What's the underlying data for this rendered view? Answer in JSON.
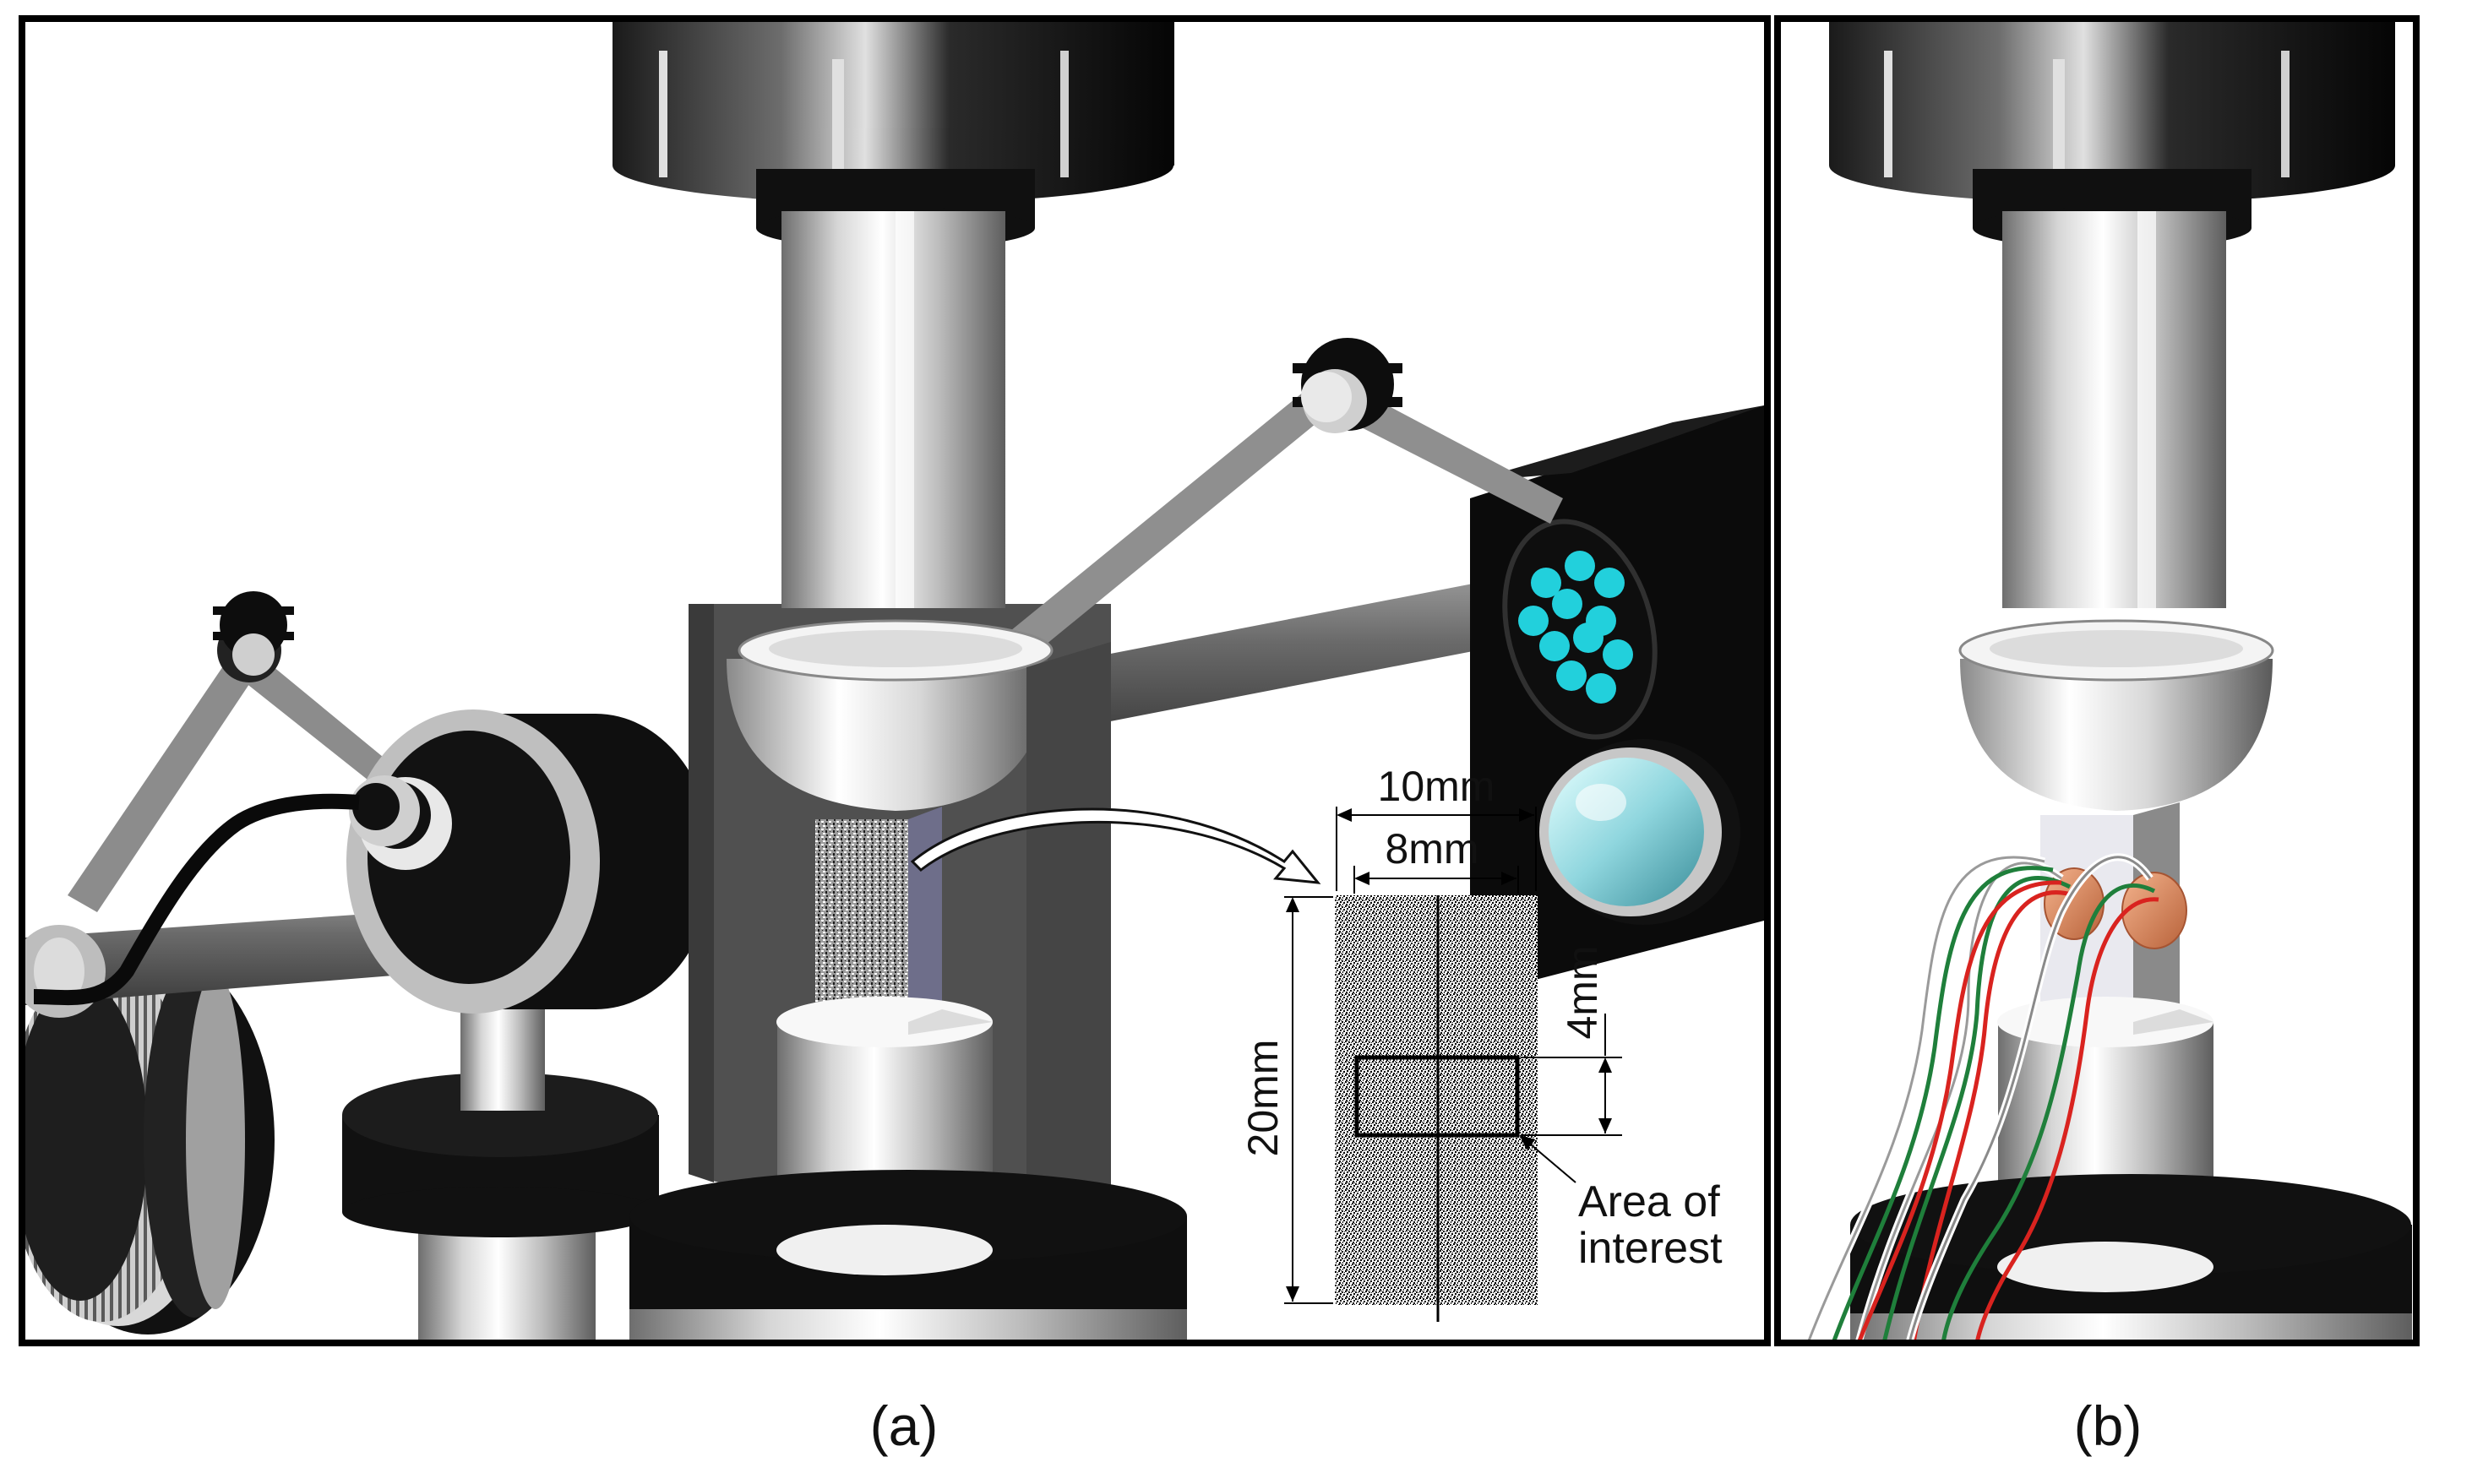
{
  "panels": [
    {
      "caption": "(a)",
      "inset": {
        "dim_outer_width": "10mm",
        "dim_inner_width": "8mm",
        "dim_height": "20mm",
        "dim_roi_height": "4mm",
        "callout_line1": "Area of",
        "callout_line2": "interest"
      }
    },
    {
      "caption": "(b)"
    }
  ],
  "colors": {
    "frame": "#000000",
    "metal_light": "#f2f2f2",
    "metal_dark": "#7a7a7a",
    "plate": "#4d4d4d",
    "led": "#22d0dc",
    "wire_red": "#d9231f",
    "wire_green": "#1f7f3b",
    "gauge": "#d9875a"
  }
}
